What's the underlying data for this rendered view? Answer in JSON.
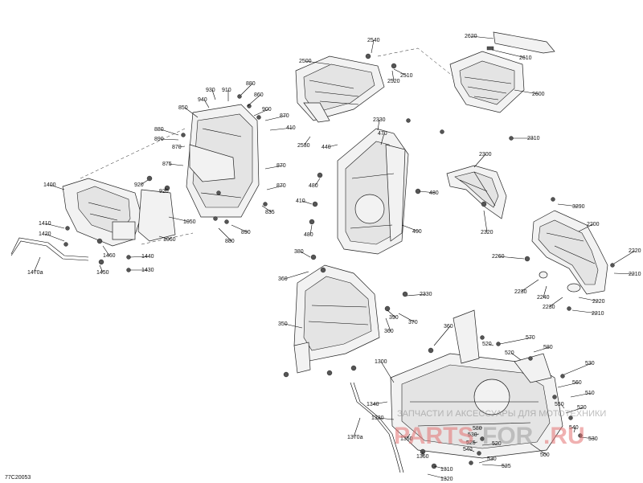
{
  "diagram_id": "77C20053",
  "watermark": {
    "top_text": "ЗАПЧАСТИ И АКСЕССУАРЫ ДЛЯ МОТОТЕХНИКИ",
    "brand_a": "PARTS",
    "brand_b": "FOR",
    "brand_c": ".RU"
  },
  "callouts": [
    {
      "id": "c2540",
      "label": "2540"
    },
    {
      "id": "c2500",
      "label": "2500"
    },
    {
      "id": "c2520",
      "label": "2520"
    },
    {
      "id": "c2510",
      "label": "2510"
    },
    {
      "id": "c2620",
      "label": "2620"
    },
    {
      "id": "c2610",
      "label": "2610"
    },
    {
      "id": "c2600",
      "label": "2600"
    },
    {
      "id": "c930",
      "label": "930"
    },
    {
      "id": "c910",
      "label": "910"
    },
    {
      "id": "c880a",
      "label": "880"
    },
    {
      "id": "c940",
      "label": "940"
    },
    {
      "id": "c860",
      "label": "860"
    },
    {
      "id": "c850",
      "label": "850"
    },
    {
      "id": "c900",
      "label": "900"
    },
    {
      "id": "c870a",
      "label": "870"
    },
    {
      "id": "c410a",
      "label": "410"
    },
    {
      "id": "c2330a",
      "label": "2330"
    },
    {
      "id": "c880b",
      "label": "880"
    },
    {
      "id": "c890a",
      "label": "890"
    },
    {
      "id": "c870b",
      "label": "870"
    },
    {
      "id": "c2530",
      "label": "2530"
    },
    {
      "id": "c440",
      "label": "440"
    },
    {
      "id": "c470",
      "label": "470"
    },
    {
      "id": "c875",
      "label": "875"
    },
    {
      "id": "c870c",
      "label": "870"
    },
    {
      "id": "c2310",
      "label": "2310"
    },
    {
      "id": "c2300",
      "label": "2300"
    },
    {
      "id": "c920a",
      "label": "920"
    },
    {
      "id": "c920b",
      "label": "920"
    },
    {
      "id": "c1400",
      "label": "1400"
    },
    {
      "id": "c870d",
      "label": "870"
    },
    {
      "id": "c480a",
      "label": "480"
    },
    {
      "id": "c480b",
      "label": "480"
    },
    {
      "id": "c410b",
      "label": "410"
    },
    {
      "id": "c835",
      "label": "835"
    },
    {
      "id": "c480c",
      "label": "480"
    },
    {
      "id": "c400",
      "label": "400"
    },
    {
      "id": "c1050",
      "label": "1050"
    },
    {
      "id": "c1410",
      "label": "1410"
    },
    {
      "id": "c1420",
      "label": "1420"
    },
    {
      "id": "c1060",
      "label": "1060"
    },
    {
      "id": "c880c",
      "label": "880"
    },
    {
      "id": "c890b",
      "label": "890"
    },
    {
      "id": "c2320",
      "label": "2320"
    },
    {
      "id": "c3290",
      "label": "3290"
    },
    {
      "id": "c2200",
      "label": "2200"
    },
    {
      "id": "c1460",
      "label": "1460"
    },
    {
      "id": "c1440",
      "label": "1440"
    },
    {
      "id": "c1450",
      "label": "1450"
    },
    {
      "id": "c1430",
      "label": "1430"
    },
    {
      "id": "c1470a",
      "label": "1470a"
    },
    {
      "id": "c380",
      "label": "380"
    },
    {
      "id": "c2260",
      "label": "2260"
    },
    {
      "id": "c2220a",
      "label": "2220"
    },
    {
      "id": "c2210a",
      "label": "2210"
    },
    {
      "id": "c360a",
      "label": "360"
    },
    {
      "id": "c2230",
      "label": "2230"
    },
    {
      "id": "c2240",
      "label": "2240"
    },
    {
      "id": "c2230b",
      "label": "2230"
    },
    {
      "id": "c2220b",
      "label": "2220"
    },
    {
      "id": "c2210b",
      "label": "2210"
    },
    {
      "id": "c2330b",
      "label": "2330"
    },
    {
      "id": "c390",
      "label": "390"
    },
    {
      "id": "c370",
      "label": "370"
    },
    {
      "id": "c350",
      "label": "350"
    },
    {
      "id": "c360b",
      "label": "360"
    },
    {
      "id": "c360c",
      "label": "360"
    },
    {
      "id": "c570",
      "label": "570"
    },
    {
      "id": "c520a",
      "label": "520"
    },
    {
      "id": "c580",
      "label": "580"
    },
    {
      "id": "c1300",
      "label": "1300"
    },
    {
      "id": "c520b",
      "label": "520"
    },
    {
      "id": "c530a",
      "label": "530"
    },
    {
      "id": "c560",
      "label": "560"
    },
    {
      "id": "c510",
      "label": "510"
    },
    {
      "id": "c1340",
      "label": "1340"
    },
    {
      "id": "c550",
      "label": "550"
    },
    {
      "id": "c520c",
      "label": "520"
    },
    {
      "id": "c1330",
      "label": "1330"
    },
    {
      "id": "c540a",
      "label": "540"
    },
    {
      "id": "c530b",
      "label": "530"
    },
    {
      "id": "c1370a",
      "label": "1370a"
    },
    {
      "id": "c1350",
      "label": "1350"
    },
    {
      "id": "c580b",
      "label": "580"
    },
    {
      "id": "c530c",
      "label": "530"
    },
    {
      "id": "c525a",
      "label": "525"
    },
    {
      "id": "c520d",
      "label": "520"
    },
    {
      "id": "c540b",
      "label": "540"
    },
    {
      "id": "c500",
      "label": "500"
    },
    {
      "id": "c1360",
      "label": "1360"
    },
    {
      "id": "c530d",
      "label": "530"
    },
    {
      "id": "c525b",
      "label": "525"
    },
    {
      "id": "c1310",
      "label": "1310"
    },
    {
      "id": "c1320",
      "label": "1320"
    }
  ]
}
